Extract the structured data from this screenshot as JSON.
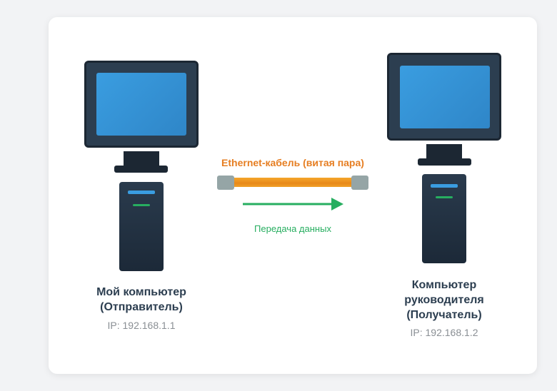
{
  "sender": {
    "title_line1": "Мой компьютер",
    "title_line2": "(Отправитель)",
    "ip": "IP: 192.168.1.1"
  },
  "receiver": {
    "title_line1": "Компьютер",
    "title_line2": "руководителя",
    "title_line3": "(Получатель)",
    "ip": "IP: 192.168.1.2"
  },
  "cable": {
    "label": "Ethernet-кабель (витая пара)"
  },
  "transfer": {
    "label": "Передача данных"
  },
  "colors": {
    "cable": "#e8891a",
    "arrow": "#27ae60",
    "screen": "#3a9de0",
    "body": "#2c3e50"
  }
}
